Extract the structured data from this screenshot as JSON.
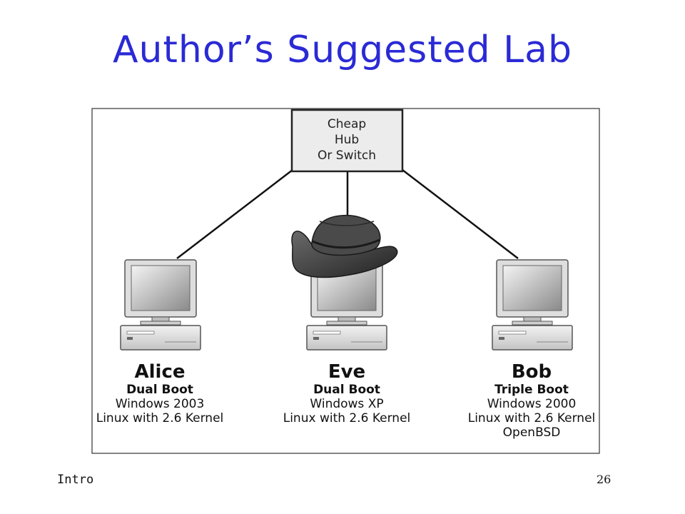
{
  "slide": {
    "title": "Author’s Suggested Lab",
    "footer_left": "Intro",
    "page_number": "26"
  },
  "hub": {
    "lines": [
      "Cheap",
      "Hub",
      "Or Switch"
    ]
  },
  "computers": [
    {
      "name": "Alice",
      "boot": "Dual Boot",
      "os": [
        "Windows 2003",
        "Linux with 2.6 Kernel"
      ]
    },
    {
      "name": "Eve",
      "boot": "Dual Boot",
      "os": [
        "Windows XP",
        "Linux with 2.6 Kernel"
      ],
      "accessory": "cowboy-hat-icon"
    },
    {
      "name": "Bob",
      "boot": "Triple Boot",
      "os": [
        "Windows 2000",
        "Linux with 2.6 Kernel",
        "OpenBSD"
      ]
    }
  ],
  "colors": {
    "title": "#2a2ad6",
    "hub_fill": "#ececec",
    "hat": "#3a3a3a"
  }
}
